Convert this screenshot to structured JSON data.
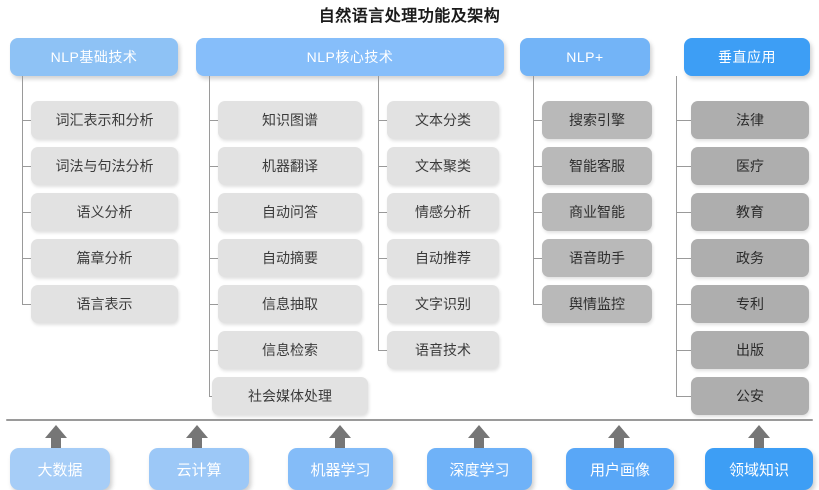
{
  "title": "自然语言处理功能及架构",
  "columns": [
    {
      "id": "nlp-basic",
      "header": "NLP基础技术",
      "header_color": "#8ec2f5",
      "item_color": "#e2e2e2",
      "items": [
        "词汇表示和分析",
        "词法与句法分析",
        "语义分析",
        "篇章分析",
        "语言表示"
      ]
    },
    {
      "id": "nlp-core-a",
      "header": "NLP核心技术",
      "header_color": "#86befa",
      "item_color": "#e2e2e2",
      "items": [
        "知识图谱",
        "机器翻译",
        "自动问答",
        "自动摘要",
        "信息抽取",
        "信息检索",
        "社会媒体处理"
      ]
    },
    {
      "id": "nlp-core-b",
      "header": "",
      "header_color": "#86befa",
      "item_color": "#dcdcdc",
      "items": [
        "文本分类",
        "文本聚类",
        "情感分析",
        "自动推荐",
        "文字识别",
        "语音技术"
      ]
    },
    {
      "id": "nlp-plus",
      "header": "NLP+",
      "header_color": "#73b4f7",
      "item_color": "#b9b9b9",
      "items": [
        "搜索引擎",
        "智能客服",
        "商业智能",
        "语音助手",
        "舆情监控"
      ]
    },
    {
      "id": "vertical-app",
      "header": "垂直应用",
      "header_color": "#3d9ef5",
      "item_color": "#aeaeae",
      "items": [
        "法律",
        "医疗",
        "教育",
        "政务",
        "专利",
        "出版",
        "公安"
      ]
    }
  ],
  "foundation": {
    "arrow_color": "#767676",
    "separator_color": "#9a9a9a",
    "items": [
      {
        "label": "大数据",
        "color": "#a6cdf7"
      },
      {
        "label": "云计算",
        "color": "#9cc8f7"
      },
      {
        "label": "机器学习",
        "color": "#84bcf8"
      },
      {
        "label": "深度学习",
        "color": "#6fb2f8"
      },
      {
        "label": "用户画像",
        "color": "#59a7f7"
      },
      {
        "label": "领域知识",
        "color": "#3d9ef5"
      }
    ]
  }
}
